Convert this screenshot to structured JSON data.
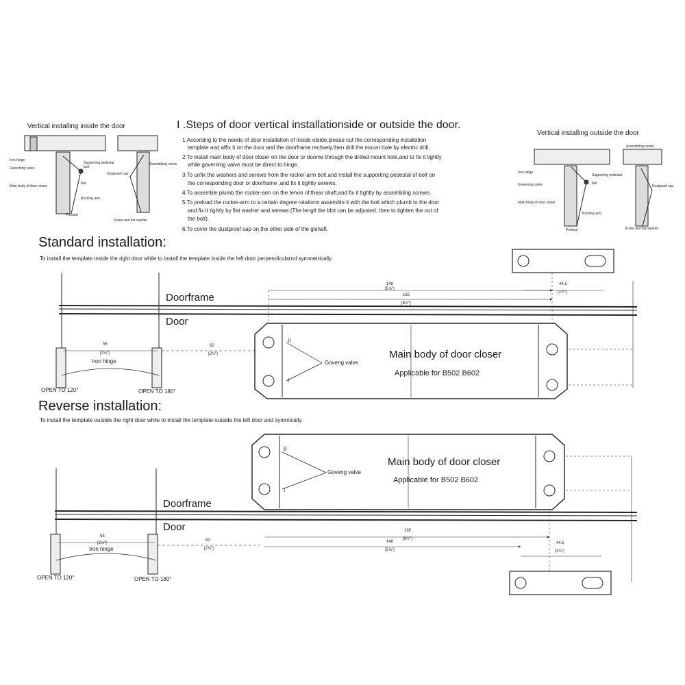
{
  "left_diagram": {
    "title": "Vertical installing inside the door",
    "labels": {
      "iron_hinge": "Iron hinge",
      "governing_valve": "Governing valve",
      "main_body": "Main body of door closer",
      "supporting_pedestal": "Supporting pedestal",
      "bolt": "bolt",
      "assembling_screw": "Assembling screw",
      "dustproof_cap": "Dustproof cap",
      "nut": "Nut",
      "rocking_arm": "Rocking arm",
      "preload": "Preload",
      "screw_flat_washer": "Screw and flat washer"
    }
  },
  "right_diagram": {
    "title": "Vertical installing outside the door",
    "labels": {
      "assembling_screw": "Assembling screw",
      "iron_hinge": "Iron hinge",
      "supporting_pedestal": "Supporting pedestal",
      "governing_valve": "Governing valve",
      "nut": "Nut",
      "dustproof_cap": "Dustproof cap",
      "main_body": "Main body of door closer",
      "rocking_arm": "Rocking arm",
      "preload": "Preload",
      "screw_flat_washer": "Screw and flat washer"
    }
  },
  "steps": {
    "title": "I .Steps of door vertical installationside or outside the door.",
    "lines": [
      "1.According to the needs of door installation of inside otside,please cut the corresponding installation",
      "template and affix it on the door and the doorframe rectively.then drill the mount hole by electric drill.",
      "2.To install main body of door closer on the door or doome through the drilled mount hole,and to fix it tightly",
      "while governing valve must be direct to hinge.",
      "3.To unfix the washers and serews from the rocker-arm bolt.and install the supporting pedestal of bolt on",
      "the corresponding door or doorframe ,and fix it tightly serews.",
      "4.To assemble plumb the rocker-arm on the tenon of thear shaft,and fix it tightly by assembling screws.",
      "5.To preload the rocker-arm to a certain degree rotationn assemble it with the bolt which plumb to the door",
      "and fix it tightly by flat washer and serews (The lengtl the blot can be adjusted, then to tighten the nut of",
      "the bolt).",
      "6.To cover the dustproof cap on the other side of the gishaft."
    ]
  },
  "standard": {
    "heading": "Standard installation:",
    "subtitle": "To install the template inside the right door while to install the template inside the left door perpendicularnd symmetrically.",
    "doorframe": "Doorframe",
    "door": "Door",
    "main_body": "Main body of door closer",
    "applicable": "Applicable for B502  B602",
    "valve": "Goveng valve",
    "iron_hinge": "Iron hinge",
    "open_120": "OPEN TO 120°",
    "open_180": "OPEN TO 180°",
    "valve_marks": [
      "II",
      "I"
    ],
    "dims": {
      "d148": "148",
      "d148_in": "[5⅞\"]",
      "d165": "165",
      "d165_in": "[6½\"]",
      "d44": "44.5",
      "d44_in": "[1¾\"]",
      "d55": "55",
      "d55_in": "[2⅛\"]",
      "d62": "62",
      "d62_in": "[2⅜\"]"
    }
  },
  "reverse": {
    "heading": "Reverse installation:",
    "subtitle": "To install the template outside the right door while to install the template outside the left door  and symmically.",
    "doorframe": "Doorframe",
    "door": "Door",
    "main_body": "Main body of door closer",
    "applicable": "Applicable for B502  B602",
    "valve": "Goveng valve",
    "iron_hinge": "Iron hinge",
    "open_120": "OPEN TO 120°",
    "open_180": "OPEN TO 180°",
    "valve_marks": [
      "II",
      "I"
    ],
    "dims": {
      "d165": "165",
      "d165_in": "[6½\"]",
      "d148": "148",
      "d148_in": "[5⅞\"]",
      "d44": "44.5",
      "d44_in": "[1¾\"]",
      "d55": "55",
      "d55_in": "[2⅛\"]",
      "d62": "62",
      "d62_in": "[2⅜\"]"
    }
  },
  "colors": {
    "ink": "#1a1a1a",
    "paper": "#ffffff"
  }
}
